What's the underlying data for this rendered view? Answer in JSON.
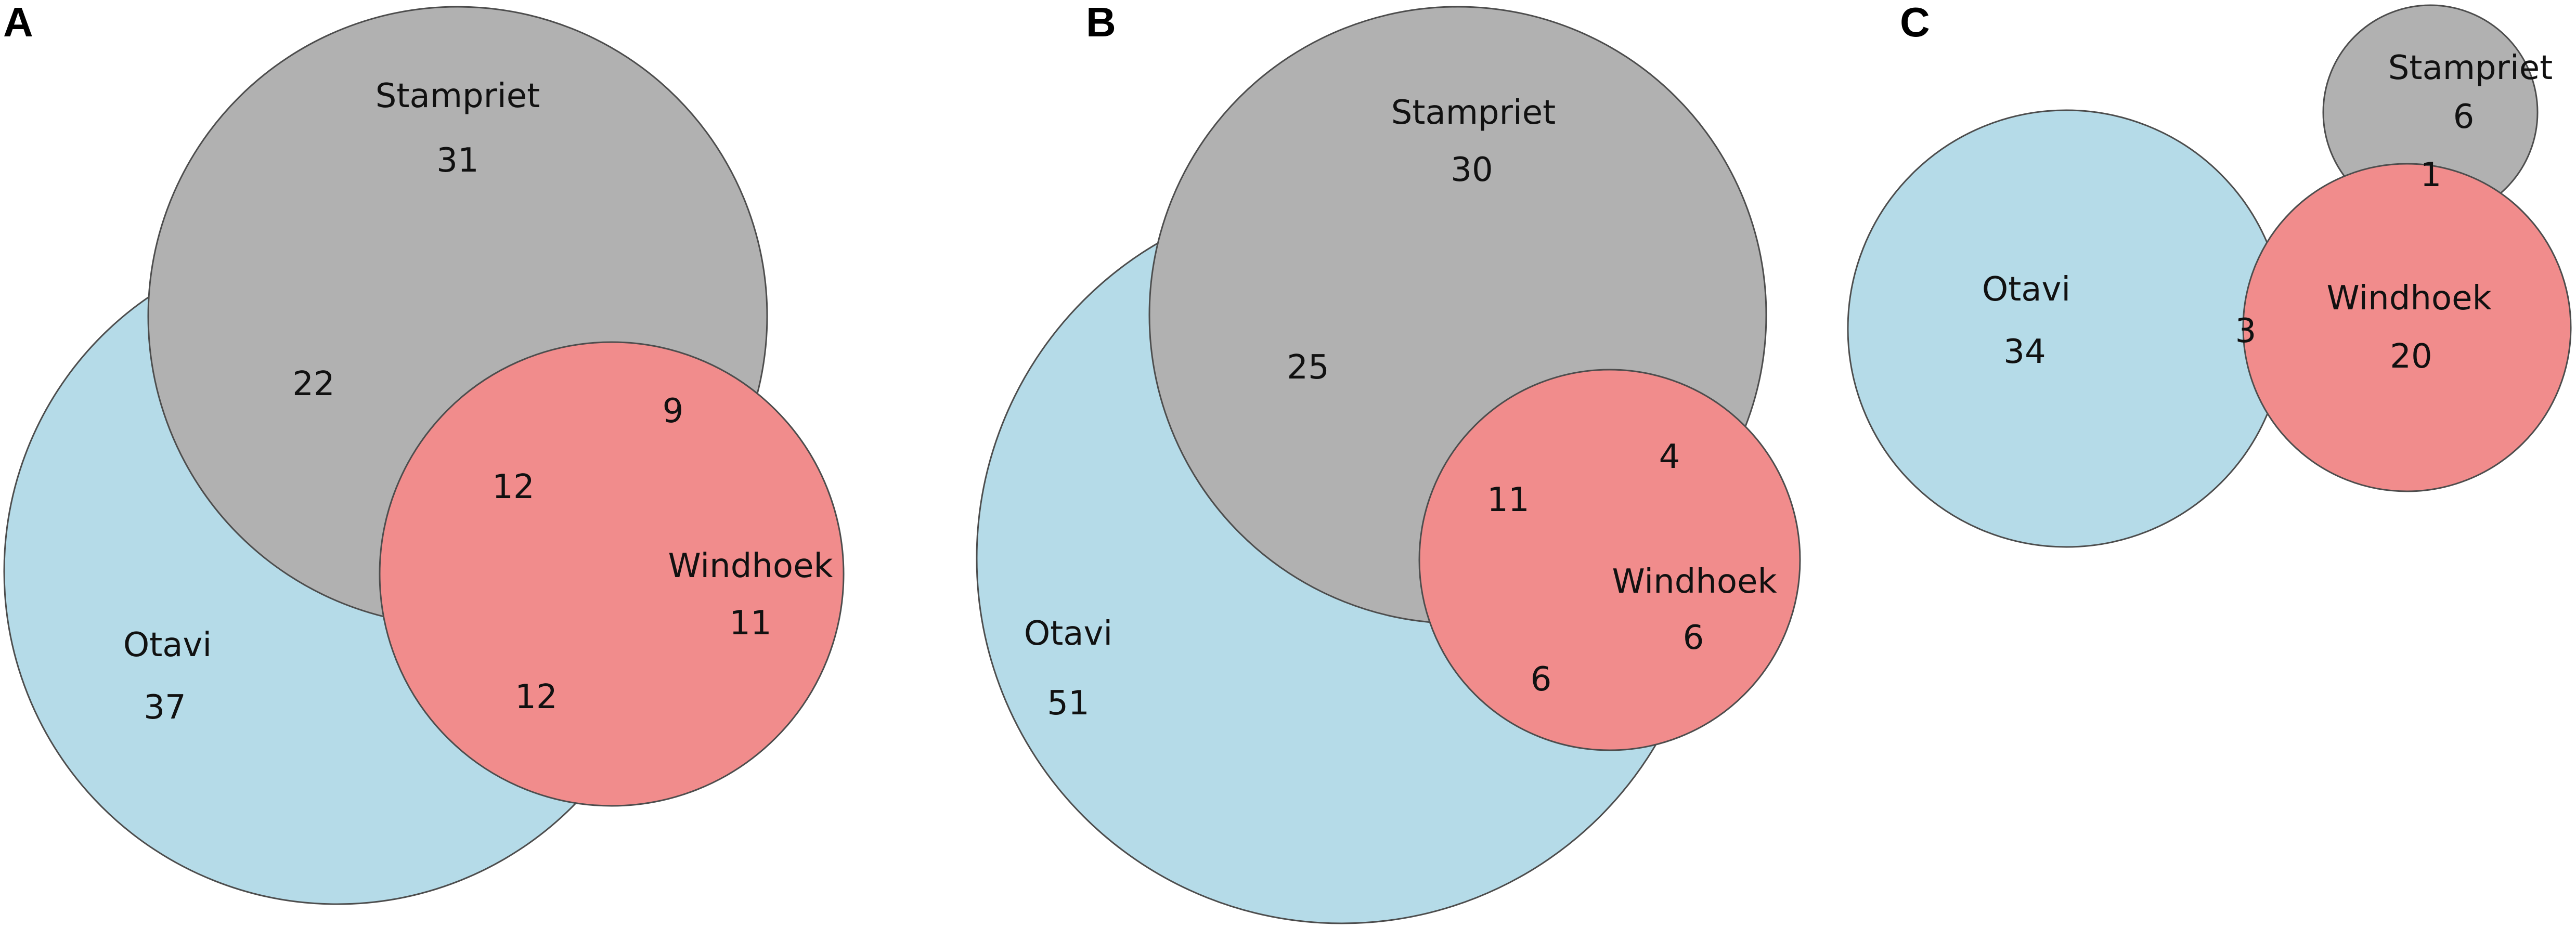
{
  "colors": {
    "otavi": "#ADD8E6",
    "stampriet": "#A9A9A9",
    "windhoek": "#F08080",
    "outline": "#3a3a3a"
  },
  "panels": [
    {
      "letter": "A",
      "sets": {
        "stampriet": {
          "name": "Stampriet",
          "count": "31"
        },
        "otavi": {
          "name": "Otavi",
          "count": "37"
        },
        "windhoek": {
          "name": "Windhoek",
          "count": "11"
        }
      },
      "overlaps": {
        "otavi_stampriet": "22",
        "stampriet_windhoek": "9",
        "all_three": "12",
        "otavi_windhoek": "12"
      }
    },
    {
      "letter": "B",
      "sets": {
        "stampriet": {
          "name": "Stampriet",
          "count": "30"
        },
        "otavi": {
          "name": "Otavi",
          "count": "51"
        },
        "windhoek": {
          "name": "Windhoek",
          "count": "6"
        }
      },
      "overlaps": {
        "otavi_stampriet": "25",
        "stampriet_windhoek": "4",
        "all_three": "11",
        "otavi_windhoek": "6"
      }
    },
    {
      "letter": "C",
      "sets": {
        "stampriet": {
          "name": "Stampriet",
          "count": "6"
        },
        "otavi": {
          "name": "Otavi",
          "count": "34"
        },
        "windhoek": {
          "name": "Windhoek",
          "count": "20"
        }
      },
      "overlaps": {
        "stampriet_windhoek": "1",
        "otavi_windhoek": "3"
      }
    }
  ]
}
